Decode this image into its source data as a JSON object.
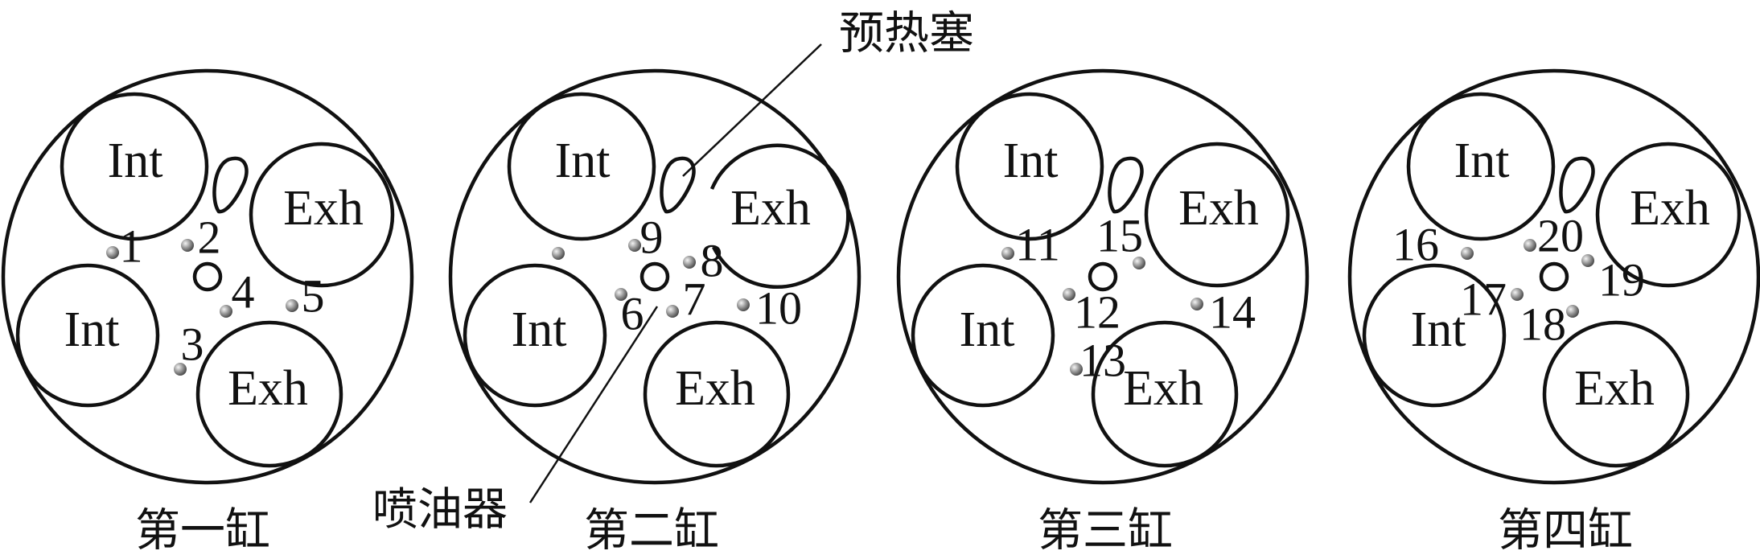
{
  "callouts": {
    "glow_plug": "预热塞",
    "injector": "喷油器"
  },
  "valve_labels": {
    "intake": "Int",
    "exhaust": "Exh"
  },
  "cylinders": [
    {
      "caption": "第一缸",
      "probes": [
        "1",
        "2",
        "3",
        "4",
        "5"
      ]
    },
    {
      "caption": "第二缸",
      "probes": [
        "",
        "9",
        "8",
        "6",
        "7",
        "10"
      ]
    },
    {
      "caption": "第三缸",
      "probes": [
        "11",
        "15",
        "12",
        "14",
        "13"
      ]
    },
    {
      "caption": "第四缸",
      "probes": [
        "16",
        "20",
        "19",
        "17",
        "18"
      ]
    }
  ]
}
